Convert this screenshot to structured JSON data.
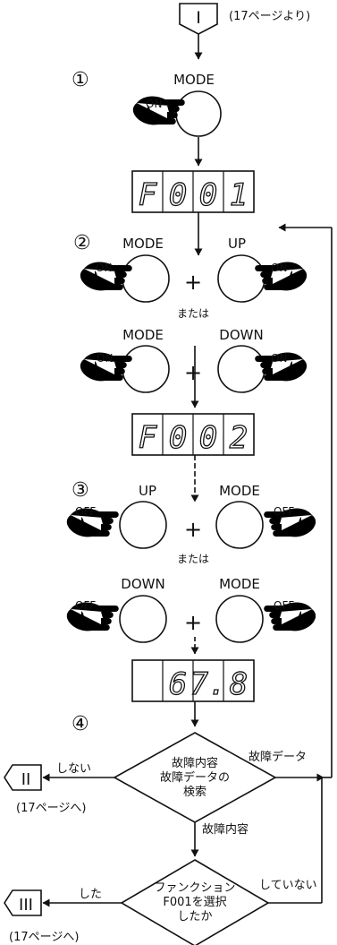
{
  "connectors": {
    "start_roman": "I",
    "start_note": "(17ページより)",
    "exit2_roman": "II",
    "exit2_note": "(17ページへ)",
    "exit3_roman": "III",
    "exit3_note": "(17ページへ)"
  },
  "steps": {
    "s1": "①",
    "s2": "②",
    "s3": "③",
    "s4": "④"
  },
  "buttons": {
    "mode": "MODE",
    "up": "UP",
    "down": "DOWN",
    "on": "ON",
    "off": "OFF",
    "plus": "+",
    "or": "または"
  },
  "displays": {
    "d1": [
      "F",
      "0",
      "0",
      "1"
    ],
    "d2": [
      "F",
      "0",
      "0",
      "2"
    ],
    "d3": [
      "",
      "6",
      "7.",
      "8"
    ]
  },
  "decision1": {
    "line1": "故障内容",
    "line2": "故障データの",
    "line3": "検索",
    "left": "しない",
    "right": "故障データ",
    "down": "故障内容"
  },
  "decision2": {
    "line1": "ファンクション",
    "line2": "F001を選択",
    "line3": "したか",
    "left": "した",
    "right": "していない"
  }
}
